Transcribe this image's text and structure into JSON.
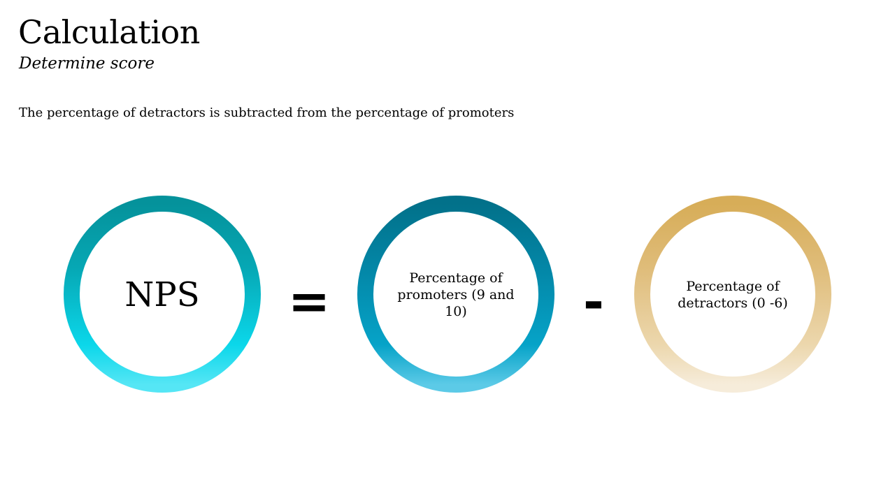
{
  "header": {
    "title": "Calculation",
    "subtitle": "Determine score"
  },
  "description": "The percentage of detractors is subtracted from the percentage of promoters",
  "formula": {
    "rings": [
      {
        "id": "nps",
        "label": "NPS",
        "gradient": [
          "#05929b",
          "#06a7b4",
          "#0bd7ea",
          "#55e6f5"
        ]
      },
      {
        "id": "promoters",
        "label": "Percentage of promoters (9 and 10)",
        "gradient": [
          "#02718a",
          "#0386a6",
          "#06a3c8",
          "#5ccae7"
        ]
      },
      {
        "id": "detractors",
        "label": "Percentage of detractors (0 -6)",
        "gradient": [
          "#d7ad58",
          "#dfbc79",
          "#ecd7ad",
          "#f6ecda"
        ]
      }
    ],
    "operators": {
      "equals": "=",
      "minus": "-"
    }
  },
  "colors": {
    "background": "#ffffff",
    "text": "#000000"
  }
}
